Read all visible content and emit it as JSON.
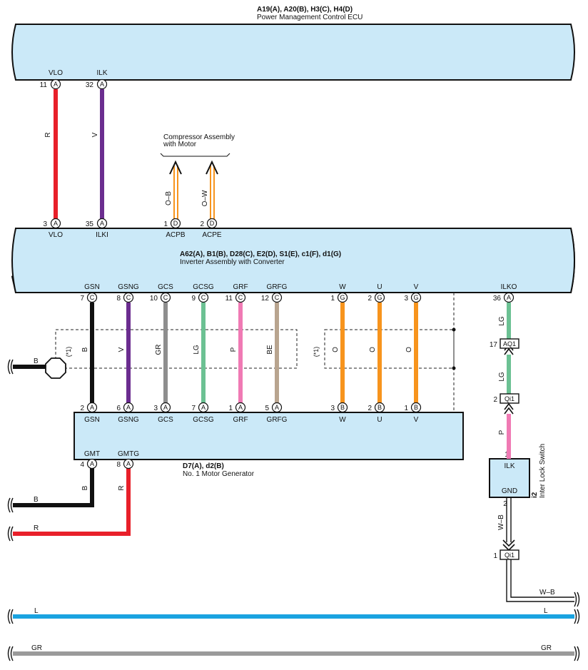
{
  "ecu": {
    "code": "A19(A), A20(B), H3(C), H4(D)",
    "name": "Power Management Control ECU",
    "pins": [
      {
        "num": "11",
        "conn": "A",
        "label": "VLO"
      },
      {
        "num": "32",
        "conn": "A",
        "label": "ILK"
      }
    ]
  },
  "inverter": {
    "code": "A62(A), B1(B), D28(C), E2(D), S1(E), c1(F), d1(G)",
    "name": "Inverter Assembly with Converter",
    "top_pins": [
      {
        "num": "3",
        "conn": "A",
        "label": "VLO"
      },
      {
        "num": "35",
        "conn": "A",
        "label": "ILKI"
      },
      {
        "num": "1",
        "conn": "D",
        "label": "ACPB"
      },
      {
        "num": "2",
        "conn": "D",
        "label": "ACPE"
      }
    ],
    "bottom_pins": [
      {
        "num": "7",
        "conn": "C",
        "label": "GSN"
      },
      {
        "num": "8",
        "conn": "C",
        "label": "GSNG"
      },
      {
        "num": "10",
        "conn": "C",
        "label": "GCS"
      },
      {
        "num": "9",
        "conn": "C",
        "label": "GCSG"
      },
      {
        "num": "11",
        "conn": "C",
        "label": "GRF"
      },
      {
        "num": "12",
        "conn": "C",
        "label": "GRFG"
      },
      {
        "num": "1",
        "conn": "G",
        "label": "W"
      },
      {
        "num": "2",
        "conn": "G",
        "label": "U"
      },
      {
        "num": "3",
        "conn": "G",
        "label": "V"
      },
      {
        "num": "36",
        "conn": "A",
        "label": "ILKO"
      }
    ]
  },
  "compressor": {
    "line1": "Compressor Assembly",
    "line2": "with Motor"
  },
  "motor_gen": {
    "code": "D7(A), d2(B)",
    "name": "No.  1 Motor Generator",
    "top_pins": [
      {
        "num": "2",
        "conn": "A",
        "label": "GSN"
      },
      {
        "num": "6",
        "conn": "A",
        "label": "GSNG"
      },
      {
        "num": "3",
        "conn": "A",
        "label": "GCS"
      },
      {
        "num": "7",
        "conn": "A",
        "label": "GCSG"
      },
      {
        "num": "1",
        "conn": "A",
        "label": "GRF"
      },
      {
        "num": "5",
        "conn": "A",
        "label": "GRFG"
      },
      {
        "num": "3",
        "conn": "B",
        "label": "W"
      },
      {
        "num": "2",
        "conn": "B",
        "label": "U"
      },
      {
        "num": "1",
        "conn": "B",
        "label": "V"
      }
    ],
    "bottom_pins": [
      {
        "num": "4",
        "conn": "A",
        "label": "GMT"
      },
      {
        "num": "8",
        "conn": "A",
        "label": "GMTG"
      }
    ]
  },
  "interlock": {
    "code": "i2",
    "name": "Inter Lock Switch",
    "label_top": "ILK",
    "label_bottom": "GND",
    "pin_top": "1",
    "pin_bottom": "2"
  },
  "junctions": [
    {
      "num": "17",
      "label": "AQ1"
    },
    {
      "num": "2",
      "label": "Qi1"
    },
    {
      "num": "1",
      "label": "Qi1"
    }
  ],
  "wires": {
    "vlo": "R",
    "ilk": "V",
    "acpb": "O–B",
    "acpe": "O–W",
    "gsn": "B",
    "gsng": "V",
    "gcs": "GR",
    "gcsg": "LG",
    "grf": "P",
    "grfg": "BE",
    "w": "O",
    "u": "O",
    "v": "O",
    "ilko": "LG",
    "aq1_qi1": "LG",
    "qi1_sw": "P",
    "gnd": "W–B",
    "ground_out": "W–B",
    "gmt": "B",
    "gmtg": "R",
    "shield": "B",
    "bus_l_left": "L",
    "bus_l_right": "L",
    "bus_gr_left": "GR",
    "bus_gr_right": "GR"
  },
  "shield_note_1": "(*1)",
  "shield_note_2": "(*1)",
  "colors": {
    "red": "#e8202a",
    "violet": "#6b2d8f",
    "orange": "#f7941d",
    "black": "#111111",
    "gray": "#8e8e8e",
    "green": "#6cc193",
    "pink": "#f07ab4",
    "beige": "#b8a48f",
    "blue": "#1aa3e0",
    "bus_gray": "#9a9a9a",
    "box_fill": "#cbe9f8"
  }
}
